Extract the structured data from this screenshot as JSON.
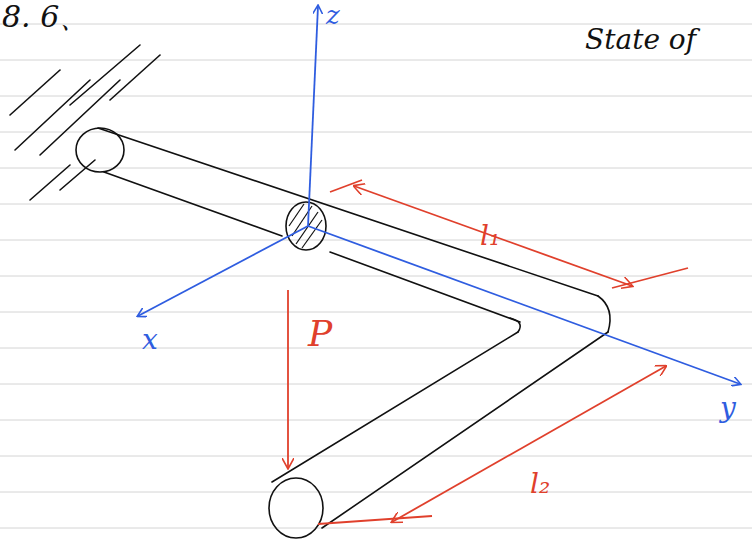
{
  "diagram": {
    "labels": [
      "8. 6、",
      "z",
      "State of",
      "x",
      "P",
      "l₁",
      "l₂",
      "y"
    ]
  }
}
